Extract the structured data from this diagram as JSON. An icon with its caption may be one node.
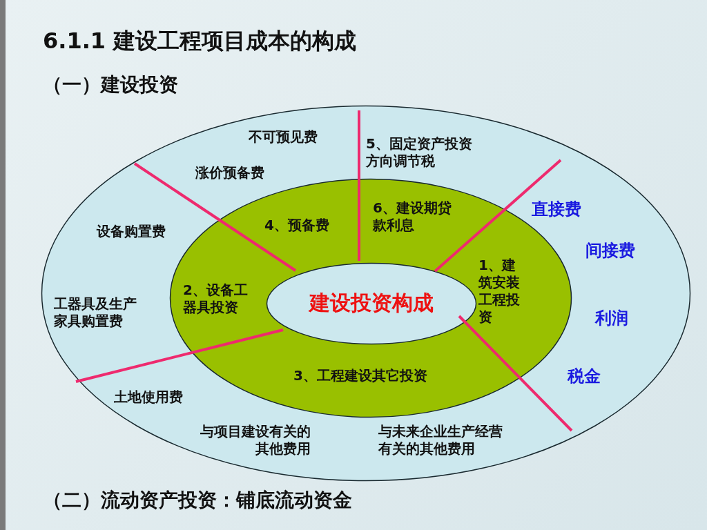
{
  "diagram": {
    "title": "6.1.1 建设工程项目成本的构成",
    "nodes": [
      {
        "text": [
          "不可预见费",
          "5、固定资产投资方向调节税",
          "涨价预备费",
          "直接费",
          "设备购置费",
          "间接费",
          "工器具及生产家具购置费",
          "利润",
          "税金",
          "土地使用费",
          "与项目建设有关的其他费用",
          "与未来企业生产经营有关的其他费用"
        ]
      },
      {
        "text": [
          "4、预备费",
          "6、建设期贷款利息",
          "2、设备工器具投资",
          "1、建筑安装工程投资",
          "3、工程建设其它投资"
        ],
        "in": 0
      },
      {
        "text": [
          "建设投资构成"
        ],
        "in": 1
      }
    ],
    "labels": [
      "（一）建设投资",
      "（二）流动资产投资：铺底流动资金"
    ]
  }
}
